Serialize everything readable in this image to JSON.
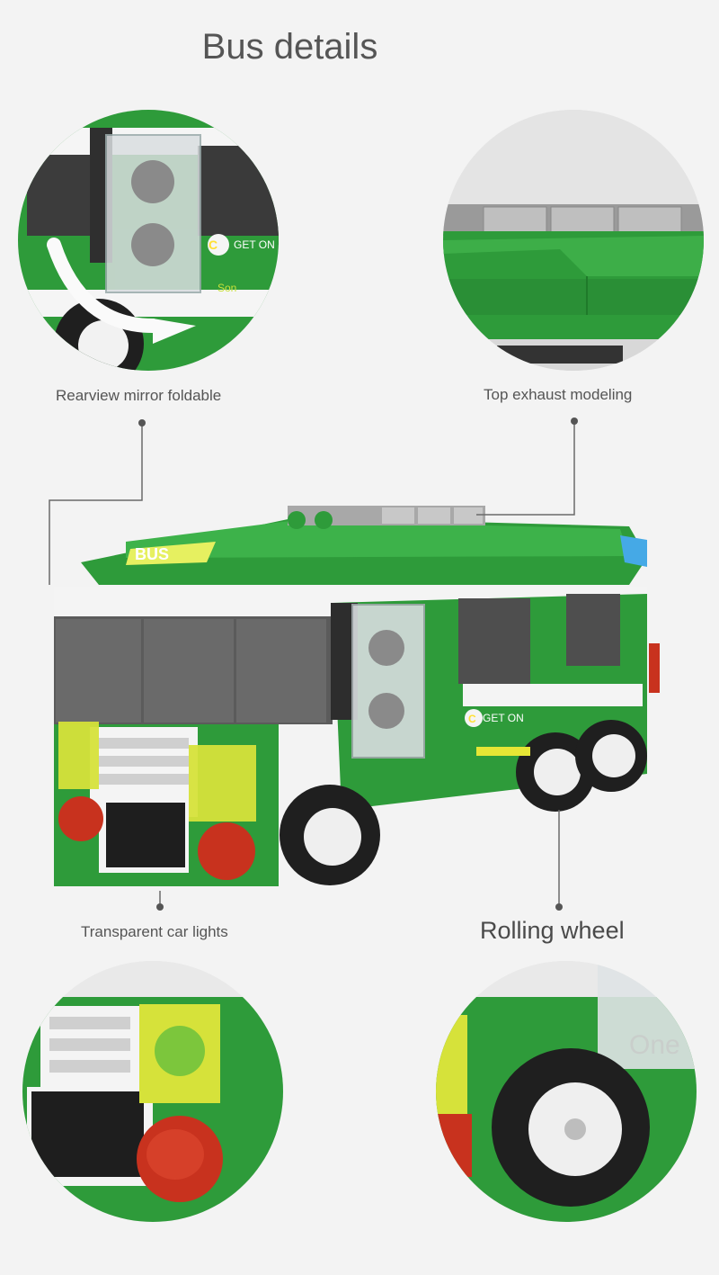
{
  "title": "Bus details",
  "callouts": {
    "mirror": "Rearview mirror foldable",
    "exhaust": "Top exhaust modeling",
    "lights": "Transparent car lights",
    "wheel": "Rolling wheel"
  },
  "decals": {
    "get_on": "GET ON",
    "bus_logo": "BUS",
    "watermark": "One",
    "partial": "Son"
  },
  "colors": {
    "body_green": "#2e9b3a",
    "white_trim": "#f4f4f4",
    "glass": "#5a5a5a",
    "headlight_yellow": "#d6e23a",
    "taillight_red": "#c8321e",
    "blue_light": "#45a9e6"
  }
}
